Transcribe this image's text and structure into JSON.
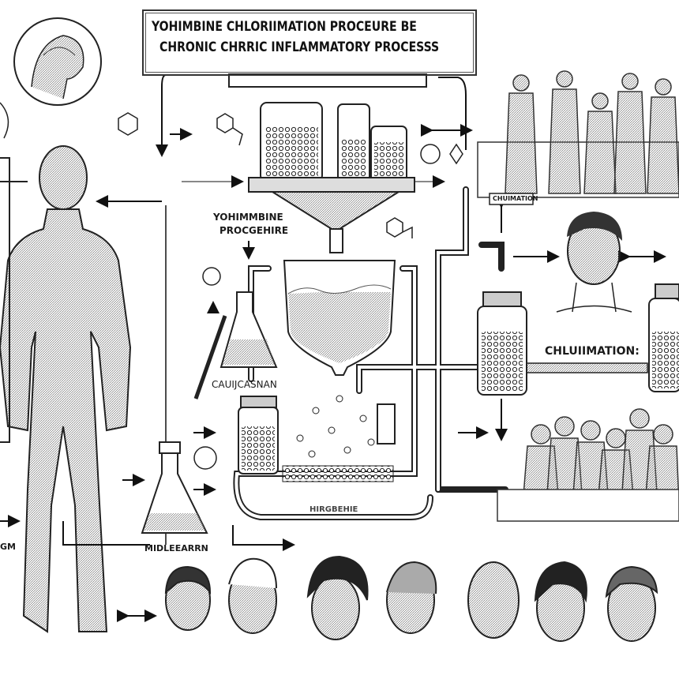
{
  "title": {
    "line1": "YOHIMBINE CHLORIIMATION PROCEURE BE",
    "line2": "CHRONIC CHRRIC INFLAMMATORY PROCESSS"
  },
  "labels": {
    "yohimbine_procedure_line1": "YOHIMMBINE",
    "yohimbine_procedure_line2": "PROCGEHIRE",
    "caulicasnan": "CAUIJCASNAN",
    "chluimation": "CHLUIIMATION:",
    "small_chuimation": "CHUIMATION",
    "middlearn": "MIDLEEARRN",
    "hirgbehie": "HIRGBEHIE",
    "left_edge": "GM"
  },
  "colors": {
    "ink": "#1a1a1a",
    "background": "#ffffff",
    "shade": "#9a9a9a"
  }
}
